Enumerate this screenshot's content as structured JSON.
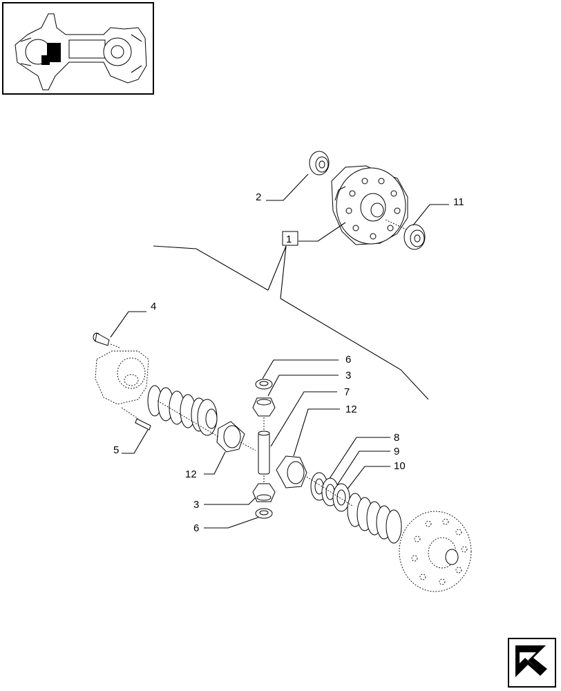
{
  "callouts": [
    {
      "id": "1",
      "label": "1"
    },
    {
      "id": "2",
      "label": "2"
    },
    {
      "id": "11",
      "label": "11"
    },
    {
      "id": "4",
      "label": "4"
    },
    {
      "id": "5",
      "label": "5"
    },
    {
      "id": "6a",
      "label": "6"
    },
    {
      "id": "3a",
      "label": "3"
    },
    {
      "id": "7",
      "label": "7"
    },
    {
      "id": "12a",
      "label": "12"
    },
    {
      "id": "8",
      "label": "8"
    },
    {
      "id": "9",
      "label": "9"
    },
    {
      "id": "10",
      "label": "10"
    },
    {
      "id": "12b",
      "label": "12"
    },
    {
      "id": "3b",
      "label": "3"
    },
    {
      "id": "6b",
      "label": "6"
    }
  ],
  "icons": {
    "thumbnail": "axle-assembly-thumbnail-icon",
    "navigation": "next-page-arrow-icon"
  }
}
